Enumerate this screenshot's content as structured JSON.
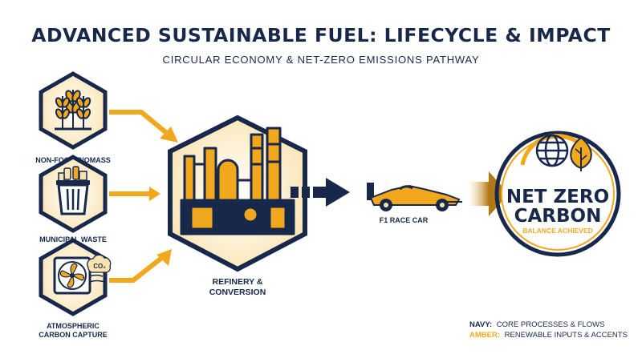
{
  "title": "ADVANCED SUSTAINABLE FUEL: LIFECYCLE & IMPACT",
  "subtitle": "CIRCULAR ECONOMY & NET-ZERO EMISSIONS PATHWAY",
  "inputs": [
    {
      "label": "NON-FOOD BIOMASS",
      "icon": "wheat-icon"
    },
    {
      "label": "MUNICIPAL WASTE",
      "icon": "waste-bin-icon"
    },
    {
      "label_line1": "ATMOSPHERIC",
      "label_line2": "CARBON CAPTURE",
      "icon": "fan-capture-icon",
      "badge": "CO₂"
    }
  ],
  "refinery": {
    "label_line1": "REFINERY &",
    "label_line2": "CONVERSION"
  },
  "vehicle": {
    "label": "F1 RACE CAR"
  },
  "outcome": {
    "line1": "NET ZERO",
    "line2": "CARBON",
    "line3": "BALANCE ACHIEVED"
  },
  "legend": {
    "navy_key": "NAVY:",
    "navy_text": "CORE PROCESSES & FLOWS",
    "amber_key": "AMBER:",
    "amber_text": "RENEWABLE INPUTS & ACCENTS"
  },
  "colors": {
    "navy": "#17284a",
    "amber": "#f2a81d",
    "cream": "#fdf1d6"
  }
}
